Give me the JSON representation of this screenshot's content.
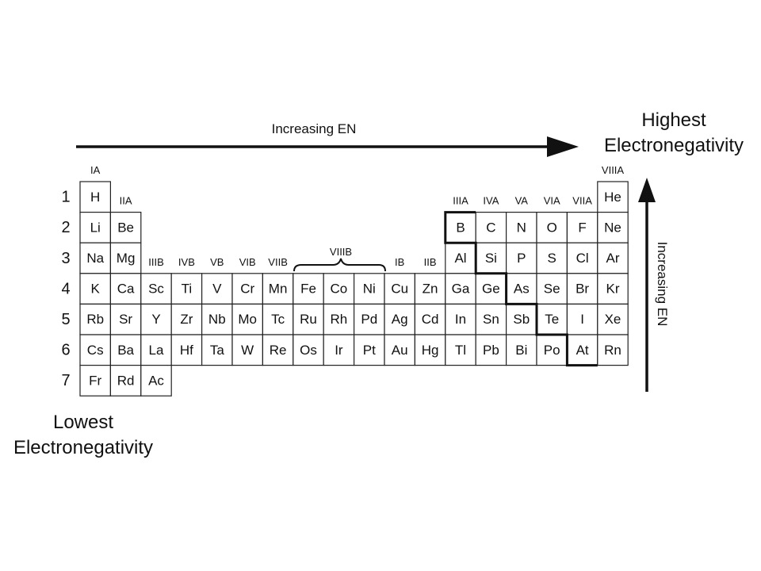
{
  "arrows": {
    "horizontal_label": "Increasing EN",
    "vertical_label": "Increasing EN"
  },
  "highest": {
    "line1": "Highest",
    "line2": "Electronegativity"
  },
  "lowest": {
    "line1": "Lowest",
    "line2": "Electronegativity"
  },
  "periods": [
    "1",
    "2",
    "3",
    "4",
    "5",
    "6",
    "7"
  ],
  "groups": [
    {
      "label": "IA",
      "col": 1,
      "row": 1
    },
    {
      "label": "IIA",
      "col": 2,
      "row": 2
    },
    {
      "label": "IIIB",
      "col": 3,
      "row": 4
    },
    {
      "label": "IVB",
      "col": 4,
      "row": 4
    },
    {
      "label": "VB",
      "col": 5,
      "row": 4
    },
    {
      "label": "VIB",
      "col": 6,
      "row": 4
    },
    {
      "label": "VIIB",
      "col": 7,
      "row": 4
    },
    {
      "label": "IB",
      "col": 11,
      "row": 4
    },
    {
      "label": "IIB",
      "col": 12,
      "row": 4
    },
    {
      "label": "IIIA",
      "col": 13,
      "row": 2
    },
    {
      "label": "IVA",
      "col": 14,
      "row": 2
    },
    {
      "label": "VA",
      "col": 15,
      "row": 2
    },
    {
      "label": "VIA",
      "col": 16,
      "row": 2
    },
    {
      "label": "VIIA",
      "col": 17,
      "row": 2
    },
    {
      "label": "VIIIA",
      "col": 18,
      "row": 1
    }
  ],
  "viiib_label": "VIIIB",
  "rows": [
    [
      {
        "c": 1,
        "s": "H"
      },
      {
        "c": 18,
        "s": "He"
      }
    ],
    [
      {
        "c": 1,
        "s": "Li"
      },
      {
        "c": 2,
        "s": "Be"
      },
      {
        "c": 13,
        "s": "B"
      },
      {
        "c": 14,
        "s": "C"
      },
      {
        "c": 15,
        "s": "N"
      },
      {
        "c": 16,
        "s": "O"
      },
      {
        "c": 17,
        "s": "F"
      },
      {
        "c": 18,
        "s": "Ne"
      }
    ],
    [
      {
        "c": 1,
        "s": "Na"
      },
      {
        "c": 2,
        "s": "Mg"
      },
      {
        "c": 13,
        "s": "Al"
      },
      {
        "c": 14,
        "s": "Si"
      },
      {
        "c": 15,
        "s": "P"
      },
      {
        "c": 16,
        "s": "S"
      },
      {
        "c": 17,
        "s": "Cl"
      },
      {
        "c": 18,
        "s": "Ar"
      }
    ],
    [
      {
        "c": 1,
        "s": "K"
      },
      {
        "c": 2,
        "s": "Ca"
      },
      {
        "c": 3,
        "s": "Sc"
      },
      {
        "c": 4,
        "s": "Ti"
      },
      {
        "c": 5,
        "s": "V"
      },
      {
        "c": 6,
        "s": "Cr"
      },
      {
        "c": 7,
        "s": "Mn"
      },
      {
        "c": 8,
        "s": "Fe"
      },
      {
        "c": 9,
        "s": "Co"
      },
      {
        "c": 10,
        "s": "Ni"
      },
      {
        "c": 11,
        "s": "Cu"
      },
      {
        "c": 12,
        "s": "Zn"
      },
      {
        "c": 13,
        "s": "Ga"
      },
      {
        "c": 14,
        "s": "Ge"
      },
      {
        "c": 15,
        "s": "As"
      },
      {
        "c": 16,
        "s": "Se"
      },
      {
        "c": 17,
        "s": "Br"
      },
      {
        "c": 18,
        "s": "Kr"
      }
    ],
    [
      {
        "c": 1,
        "s": "Rb"
      },
      {
        "c": 2,
        "s": "Sr"
      },
      {
        "c": 3,
        "s": "Y"
      },
      {
        "c": 4,
        "s": "Zr"
      },
      {
        "c": 5,
        "s": "Nb"
      },
      {
        "c": 6,
        "s": "Mo"
      },
      {
        "c": 7,
        "s": "Tc"
      },
      {
        "c": 8,
        "s": "Ru"
      },
      {
        "c": 9,
        "s": "Rh"
      },
      {
        "c": 10,
        "s": "Pd"
      },
      {
        "c": 11,
        "s": "Ag"
      },
      {
        "c": 12,
        "s": "Cd"
      },
      {
        "c": 13,
        "s": "In"
      },
      {
        "c": 14,
        "s": "Sn"
      },
      {
        "c": 15,
        "s": "Sb"
      },
      {
        "c": 16,
        "s": "Te"
      },
      {
        "c": 17,
        "s": "I"
      },
      {
        "c": 18,
        "s": "Xe"
      }
    ],
    [
      {
        "c": 1,
        "s": "Cs"
      },
      {
        "c": 2,
        "s": "Ba"
      },
      {
        "c": 3,
        "s": "La"
      },
      {
        "c": 4,
        "s": "Hf"
      },
      {
        "c": 5,
        "s": "Ta"
      },
      {
        "c": 6,
        "s": "W"
      },
      {
        "c": 7,
        "s": "Re"
      },
      {
        "c": 8,
        "s": "Os"
      },
      {
        "c": 9,
        "s": "Ir"
      },
      {
        "c": 10,
        "s": "Pt"
      },
      {
        "c": 11,
        "s": "Au"
      },
      {
        "c": 12,
        "s": "Hg"
      },
      {
        "c": 13,
        "s": "Tl"
      },
      {
        "c": 14,
        "s": "Pb"
      },
      {
        "c": 15,
        "s": "Bi"
      },
      {
        "c": 16,
        "s": "Po"
      },
      {
        "c": 17,
        "s": "At"
      },
      {
        "c": 18,
        "s": "Rn"
      }
    ],
    [
      {
        "c": 1,
        "s": "Fr"
      },
      {
        "c": 2,
        "s": "Rd"
      },
      {
        "c": 3,
        "s": "Ac"
      }
    ]
  ],
  "staircase_after": [
    {
      "row": 2,
      "col": 12
    },
    {
      "row": 3,
      "col": 13
    },
    {
      "row": 4,
      "col": 14
    },
    {
      "row": 5,
      "col": 15
    },
    {
      "row": 6,
      "col": 16
    }
  ]
}
